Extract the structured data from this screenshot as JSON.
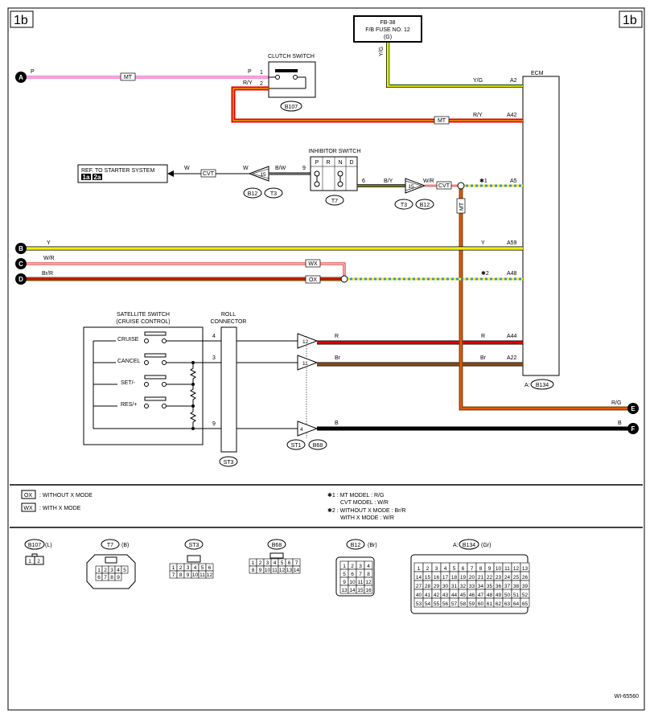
{
  "page_marker": "1b",
  "fuse": {
    "line1": "FB-38",
    "line2": "F/B FUSE NO. 12",
    "line3": "(G)",
    "wire": "Y/G"
  },
  "ecm": {
    "label": "ECM",
    "connector_prefix": "A:",
    "connector": "B134"
  },
  "clutch_switch": {
    "title": "CLUTCH SWITCH",
    "connector": "B107",
    "pin1": "1",
    "pin2": "2"
  },
  "inhibitor_switch": {
    "title": "INHIBITOR SWITCH",
    "connector": "T7",
    "positions": [
      "P",
      "R",
      "N",
      "D"
    ],
    "pin_in": "9",
    "pin_out": "6"
  },
  "starter_ref": {
    "text": "REF. TO STARTER SYSTEM",
    "badge1": "1a",
    "badge2": "2a"
  },
  "satellite_switch": {
    "title1": "SATELLITE SWITCH",
    "title2": "(CRUISE CONTROL)",
    "cruise": "CRUISE",
    "cancel": "CANCEL",
    "set": "SET/-",
    "res": "RES/+"
  },
  "roll_connector": {
    "title1": "ROLL",
    "title2": "CONNECTOR",
    "connector": "ST3",
    "pins": [
      "4",
      "3",
      "9"
    ]
  },
  "terminals": [
    "A",
    "B",
    "C",
    "D",
    "E",
    "F"
  ],
  "wires": {
    "a_left": "P",
    "a_right": "P",
    "mt": "MT",
    "ry_clutch": "R/Y",
    "yg_ecm": "Y/G",
    "ry_ecm": "R/Y",
    "w_starter": "W",
    "w2": "W",
    "cvt": "CVT",
    "bw": "B/W",
    "by": "B/Y",
    "wr": "W/R",
    "y_left": "Y",
    "y_right": "Y",
    "wr_left": "W/R",
    "brr_left": "Br/R",
    "wx": "WX",
    "ox": "OX",
    "star1": "✱1",
    "star2": "✱2",
    "r": "R",
    "r2": "R",
    "br": "Br",
    "br2": "Br",
    "b": "B",
    "b2": "B",
    "rg": "R/G"
  },
  "ecm_pins": {
    "a2": "A2",
    "a42": "A42",
    "a5": "A5",
    "a59": "A59",
    "a48": "A48",
    "a44": "A44",
    "a22": "A22"
  },
  "connectors_inline": {
    "c15a": "15",
    "c15b": "15",
    "c12": "12",
    "c11": "11",
    "c4": "4",
    "b12": "B12",
    "t3": "T3",
    "st1": "ST1",
    "b68": "B68"
  },
  "legend": {
    "ox_box": "OX",
    "ox_text": ": WITHOUT X MODE",
    "wx_box": "WX",
    "wx_text": ": WITH X MODE",
    "n1a": "✱1 : MT MODEL  : R/G",
    "n1b": "CVT MODEL  : W/R",
    "n2a": "✱2 : WITHOUT X MODE  : Br/R",
    "n2b": "WITH X MODE  : W/R"
  },
  "views": {
    "b107": "B107",
    "b107c": "(L)",
    "t7": "T7",
    "t7c": "(B)",
    "st3": "ST3",
    "b68": "B68",
    "b12": "B12",
    "b12c": "(Br)",
    "b134p": "A:",
    "b134": "B134",
    "b134c": "(Gr)"
  },
  "figure_id": "WI-65560",
  "colors": {
    "pink": "#f08cd2",
    "yellow": "#f5ee00",
    "green": "#3fb53f",
    "red": "#e00000",
    "orange": "#d96a18",
    "brown": "#8a4a10",
    "blue": "#3a8fd8"
  }
}
